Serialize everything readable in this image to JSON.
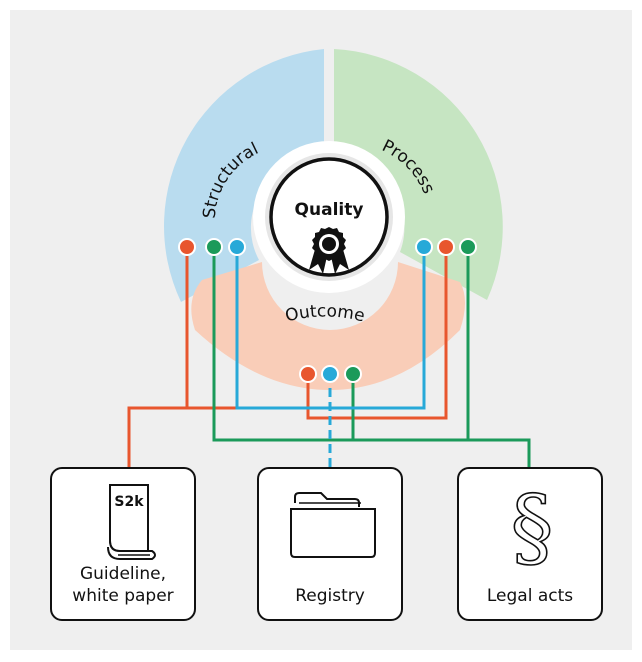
{
  "diagram": {
    "center": {
      "label": "Quality",
      "icon": "award-rosette-icon"
    },
    "segments": {
      "structural": {
        "label": "Structural",
        "color": "#b9dcef"
      },
      "process": {
        "label": "Process",
        "color": "#c6e5c2"
      },
      "outcome": {
        "label": "Outcome",
        "color": "#f9cdb8"
      }
    },
    "connector_colors": {
      "red": "#e8562e",
      "green": "#1b9a5a",
      "blue": "#27a9d8"
    },
    "sources": [
      {
        "id": "guideline",
        "label": "Guideline,\nwhite paper",
        "badge": "S2k",
        "icon": "book-icon"
      },
      {
        "id": "registry",
        "label": "Registry",
        "icon": "folder-icon"
      },
      {
        "id": "legal",
        "label": "Legal acts",
        "icon": "paragraph-icon"
      }
    ]
  }
}
